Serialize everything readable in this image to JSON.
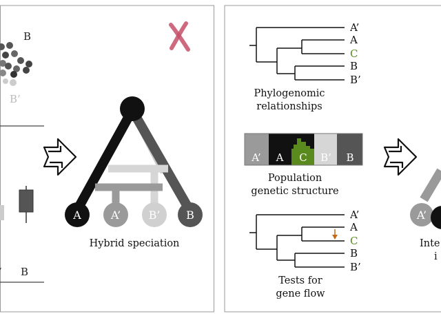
{
  "left_panel": {
    "scatter_label_b": "B",
    "scatter_label_bp": "B’",
    "axis_label_b": "B",
    "axis_label_bp": "’",
    "reject_mark": "x-mark",
    "arrow_icon": "outline-arrow-icon",
    "nodes": [
      "A",
      "A’",
      "B’",
      "B"
    ],
    "caption": "Hybrid speciation"
  },
  "right_panel": {
    "tree_top": {
      "tips": [
        "A’",
        "A",
        "C",
        "B",
        "B’"
      ],
      "caption_line1": "Phylogenomic",
      "caption_line2": "relationships"
    },
    "structure": {
      "cells": [
        "A’",
        "A",
        "C",
        "B’",
        "B"
      ],
      "caption_line1": "Population",
      "caption_line2": "genetic structure"
    },
    "tree_bottom": {
      "tips": [
        "A’",
        "A",
        "C",
        "B",
        "B’"
      ],
      "caption_line1": "Tests for",
      "caption_line2": "gene flow"
    },
    "arrow_icon": "outline-arrow-icon",
    "partial_node": "A’",
    "partial_caption_line1": "Inte",
    "partial_caption_line2": "i"
  },
  "colors": {
    "black": "#111111",
    "dark_gray": "#555555",
    "mid_gray": "#9a9a9a",
    "light_gray": "#cccccc",
    "lighter_gray": "#dddddd",
    "green": "#5a8a1e",
    "red_x": "#c4506a",
    "orange_arrow": "#c26a1a"
  }
}
